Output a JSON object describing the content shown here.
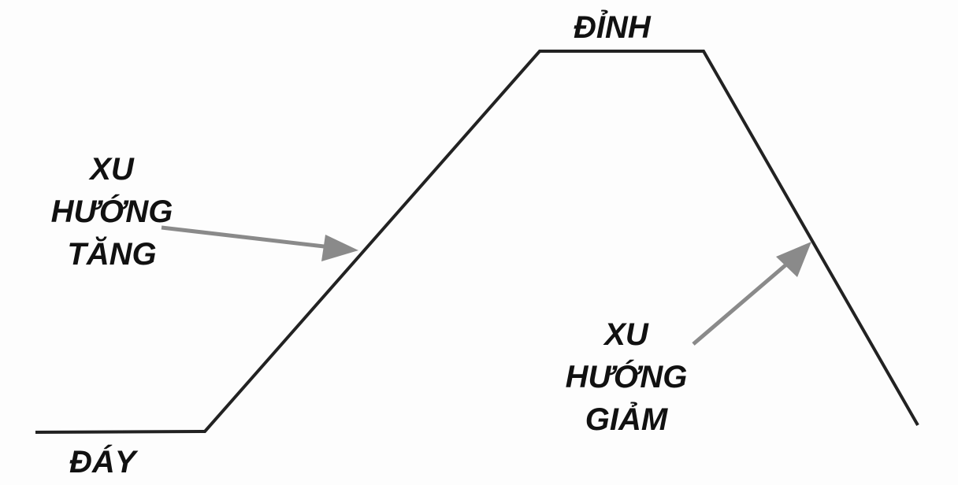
{
  "labels": {
    "peak": "ĐỈNH",
    "bottom": "ĐÁY",
    "uptrend": [
      "XU",
      "HƯỚNG",
      "TĂNG"
    ],
    "downtrend": [
      "XU",
      "HƯỚNG",
      "GIẢM"
    ]
  },
  "colors": {
    "line": "#222222",
    "arrow": "#8a8a8a",
    "text": "#111111"
  }
}
